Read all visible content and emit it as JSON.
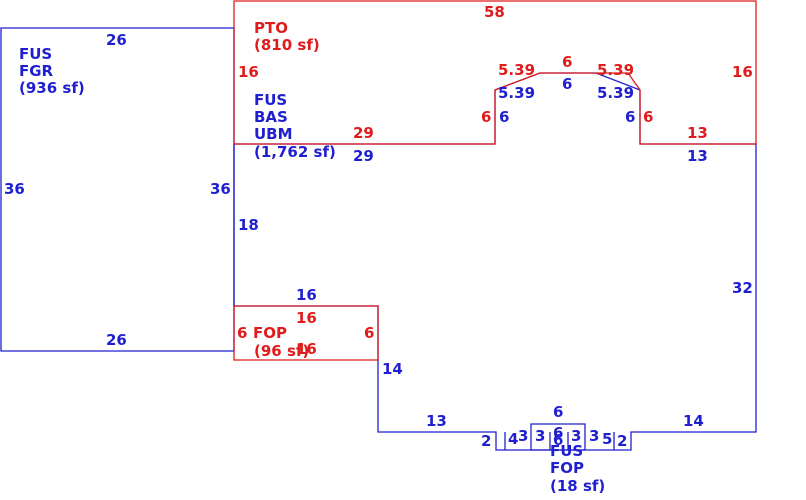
{
  "colors": {
    "blue": "#1f1fd0",
    "red": "#e01b1b"
  },
  "areas": {
    "garage": {
      "lines": [
        "FUS",
        "FGR",
        "(936 sf)"
      ]
    },
    "base": {
      "lines": [
        "FUS",
        "BAS",
        "UBM",
        "(1,762 sf)"
      ]
    },
    "patio": {
      "lines": [
        "PTO",
        "(810 sf)"
      ]
    },
    "porch_front": {
      "lines": [
        "FOP",
        "(96 sf)"
      ]
    },
    "porch_small": {
      "lines": [
        "FUS",
        "FOP",
        "(18 sf)"
      ]
    }
  },
  "dimensions": {
    "garage_top": "26",
    "garage_left": "36",
    "garage_right": "36",
    "garage_bottom": "26",
    "pto_top": "58",
    "pto_left": "16",
    "pto_right": "16",
    "pto_bottom_left": "29",
    "pto_bay_left": "6",
    "pto_bay_diag_left": "5.39",
    "pto_bay_top": "6",
    "pto_bay_diag_right": "5.39",
    "pto_bay_right": "6",
    "pto_bottom_right": "13",
    "bas_top_left": "29",
    "bas_bay_left": "6",
    "bas_bay_diag_left": "5.39",
    "bas_bay_top": "6",
    "bas_bay_diag_right": "5.39",
    "bas_bay_right": "6",
    "bas_top_right": "13",
    "bas_left": "18",
    "bas_right": "32",
    "fop_top_blue": "16",
    "fop_top_red": "16",
    "fop_left": "6",
    "fop_right": "6",
    "fop_bottom": "16",
    "bas_step": "14",
    "bas_bottom_left": "13",
    "bas_bottom_right": "14",
    "bot_step_left": "2",
    "bot_step_right": "2",
    "bot_a": "4",
    "bot_b": "3",
    "bot_c": "3",
    "bot_d": "3",
    "bot_e": "3",
    "bot_f": "5",
    "small_top": "6",
    "small_mid": "6",
    "small_bottom": "6"
  }
}
